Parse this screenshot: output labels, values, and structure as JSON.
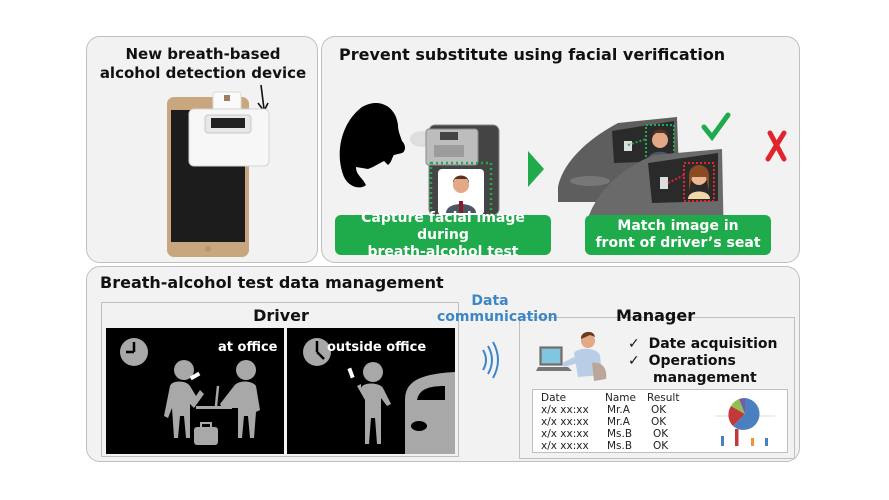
{
  "device_panel": {
    "title_line1": "New breath-based",
    "title_line2": "alcohol detection device"
  },
  "facial_panel": {
    "title": "Prevent substitute using facial verification",
    "capture_label_line1": "Capture facial image during",
    "capture_label_line2": "breath-alcohol test",
    "match_label_line1": "Match image in",
    "match_label_line2": "front of driver’s seat",
    "match_ok_icon": "check-mark-icon",
    "match_ng_icon": "x-mark-icon"
  },
  "data_panel": {
    "title": "Breath-alcohol test data management",
    "driver": {
      "heading": "Driver",
      "scenes": [
        {
          "label": "at office"
        },
        {
          "label": "outside office"
        }
      ]
    },
    "communication": {
      "line1": "Data",
      "line2": "communication"
    },
    "manager": {
      "heading": "Manager",
      "features": [
        {
          "check": "✓",
          "label": "Date acquisition"
        },
        {
          "check": "✓",
          "label": "Operations"
        },
        {
          "check": "",
          "label": "management"
        }
      ],
      "table": {
        "columns": [
          "Date",
          "Name",
          "Result"
        ],
        "rows": [
          [
            "x/x xx:xx",
            "Mr.A",
            "OK"
          ],
          [
            "x/x xx:xx",
            "Mr.A",
            "OK"
          ],
          [
            "x/x xx:xx",
            "Ms.B",
            "OK"
          ],
          [
            "x/x xx:xx",
            "Ms.B",
            "OK"
          ]
        ]
      }
    }
  },
  "colors": {
    "green": "#1faa4c",
    "blue": "#3d86c6",
    "red": "#e0262b",
    "panel_bg": "#f2f2f2"
  }
}
